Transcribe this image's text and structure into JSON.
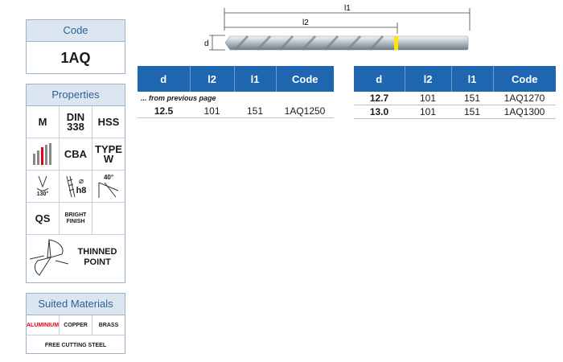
{
  "code_panel": {
    "title": "Code",
    "code": "1AQ"
  },
  "properties_panel": {
    "title": "Properties",
    "cells": [
      "M",
      "DIN 338",
      "HSS",
      "",
      "CBA",
      "TYPE W",
      "130°",
      "h8",
      "40°",
      "QS",
      "BRIGHT FINISH",
      ""
    ],
    "thinned_point": "THINNED POINT"
  },
  "materials_panel": {
    "title": "Suited Materials",
    "row1": [
      "ALUMINIUM",
      "COPPER",
      "BRASS"
    ],
    "row2": "FREE CUTTING STEEL",
    "aluminium_color": "#e3001b"
  },
  "drawing": {
    "l1_label": "l1",
    "l2_label": "l2",
    "d_label": "d",
    "ring_color": "#ffe600"
  },
  "table_left": {
    "headers": [
      "d",
      "l2",
      "l1",
      "Code"
    ],
    "note": "... from previous page",
    "rows": [
      {
        "d": "12.5",
        "l2": "101",
        "l1": "151",
        "code": "1AQ1250"
      }
    ]
  },
  "table_right": {
    "headers": [
      "d",
      "l2",
      "l1",
      "Code"
    ],
    "rows": [
      {
        "d": "12.7",
        "l2": "101",
        "l1": "151",
        "code": "1AQ1270"
      },
      {
        "d": "13.0",
        "l2": "101",
        "l1": "151",
        "code": "1AQ1300"
      }
    ]
  },
  "colors": {
    "accent": "#1f66b0",
    "panel_header_bg": "#dce6f1",
    "panel_header_text": "#2f5f93"
  }
}
